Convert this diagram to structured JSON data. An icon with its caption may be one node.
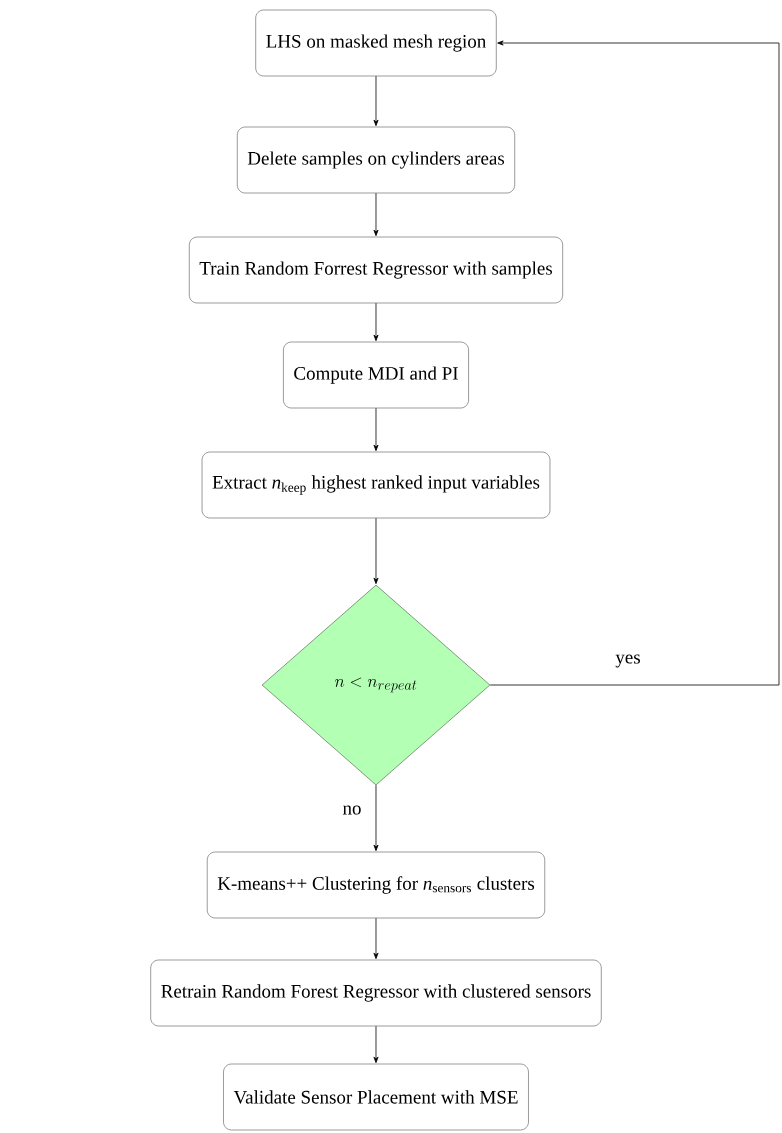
{
  "diagram": {
    "nodes": [
      {
        "text": [
          "LHS on masked mesh region"
        ]
      },
      {
        "text": [
          "Delete samples on cylinders areas"
        ]
      },
      {
        "text": [
          "Train Random Forrest Regressor with samples"
        ]
      },
      {
        "text": [
          "Compute MDI and PI"
        ]
      },
      {
        "text": [
          "Extract *n*$_{keep}$ highest ranked input variables"
        ]
      },
      {
        "text": [
          "n < n_{repeat}"
        ]
      },
      {
        "text": [
          "K-means++ Clustering for *n*$_{sensors}$ clusters"
        ]
      },
      {
        "text": [
          "Retrain Random Forest Regressor with clustered sensors"
        ]
      },
      {
        "text": [
          "Validate Sensor Placement with MSE"
        ]
      }
    ],
    "edges": [
      {
        "from": 0,
        "to": 1,
        "arrow": "to"
      },
      {
        "from": 1,
        "to": 2,
        "arrow": "to"
      },
      {
        "from": 2,
        "to": 3,
        "arrow": "to"
      },
      {
        "from": 3,
        "to": 4,
        "arrow": "to"
      },
      {
        "from": 4,
        "to": 5,
        "arrow": "to"
      },
      {
        "from": 5,
        "to": 6,
        "arrow": "to",
        "label": "no"
      },
      {
        "from": 6,
        "to": 7,
        "arrow": "to"
      },
      {
        "from": 7,
        "to": 8,
        "arrow": "to"
      },
      {
        "from": 5,
        "to": 0,
        "arrow": "to",
        "label": "yes"
      }
    ]
  }
}
